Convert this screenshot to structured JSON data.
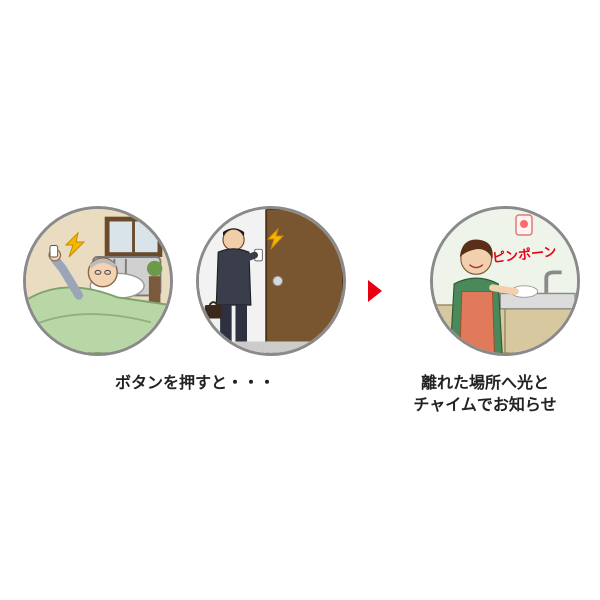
{
  "captions": {
    "press": "ボタンを押すと・・・",
    "notify_line1": "離れた場所へ光と",
    "notify_line2": "チャイムでお知らせ"
  },
  "illustration": {
    "chime_sound": "ピンポーン",
    "arrow_color": "#e60012",
    "lightning_color": "#f5b800"
  },
  "icons": {
    "lightning": "lightning-bolt-icon",
    "arrow": "right-triangle-arrow-icon",
    "light": "flashing-light-icon"
  }
}
